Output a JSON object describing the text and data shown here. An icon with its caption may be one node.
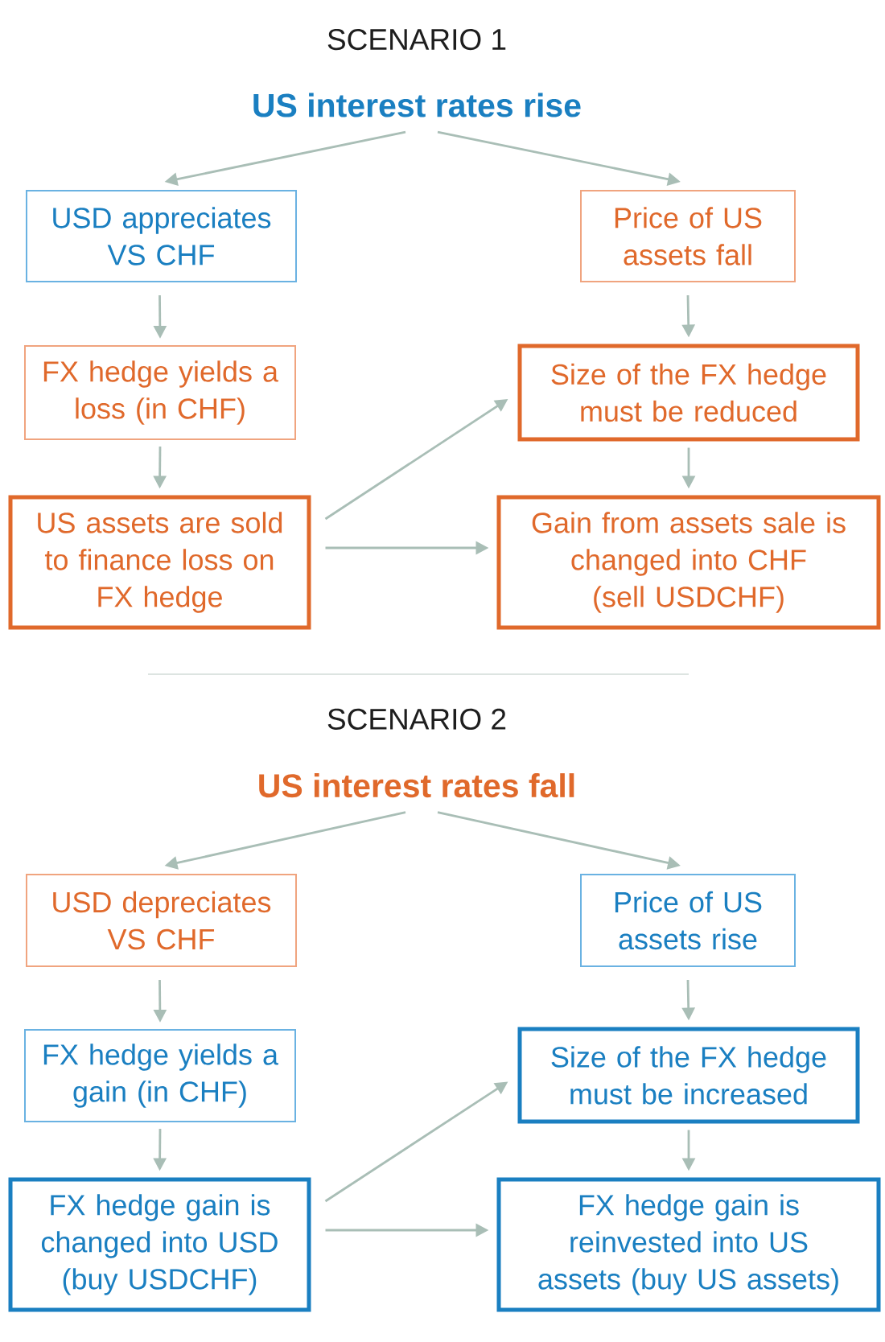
{
  "diagram": {
    "nodes": [
      {
        "text": [
          "US interest rates rise"
        ]
      },
      {
        "text": [
          "USD appreciates VS CHF"
        ]
      },
      {
        "text": [
          "Price of US assets fall"
        ]
      },
      {
        "text": [
          "FX hedge yields a loss (in CHF)"
        ]
      },
      {
        "text": [
          "Size of the FX hedge must be reduced"
        ]
      },
      {
        "text": [
          "US assets are sold to finance loss on FX hedge"
        ]
      },
      {
        "text": [
          "Gain from assets sale is changed into CHF (sell USDCHF)"
        ]
      },
      {
        "text": [
          "US interest rates fall"
        ]
      },
      {
        "text": [
          "USD depreciates VS CHF"
        ]
      },
      {
        "text": [
          "Price of US assets rise"
        ]
      },
      {
        "text": [
          "FX hedge yields a gain (in CHF)"
        ]
      },
      {
        "text": [
          "Size of the FX hedge must be increased"
        ]
      },
      {
        "text": [
          "FX hedge gain is changed into USD (buy USDCHF)"
        ]
      },
      {
        "text": [
          "FX hedge gain is reinvested into US assets (buy US assets)"
        ]
      }
    ],
    "edges": [
      {
        "from": 0,
        "to": 1,
        "arrow": "to"
      },
      {
        "from": 0,
        "to": 2,
        "arrow": "to"
      },
      {
        "from": 1,
        "to": 3,
        "arrow": "to"
      },
      {
        "from": 2,
        "to": 4,
        "arrow": "to"
      },
      {
        "from": 3,
        "to": 5,
        "arrow": "to"
      },
      {
        "from": 4,
        "to": 6,
        "arrow": "to"
      },
      {
        "from": 5,
        "to": 4,
        "arrow": "to"
      },
      {
        "from": 5,
        "to": 6,
        "arrow": "to"
      },
      {
        "from": 7,
        "to": 8,
        "arrow": "to"
      },
      {
        "from": 7,
        "to": 9,
        "arrow": "to"
      },
      {
        "from": 8,
        "to": 10,
        "arrow": "to"
      },
      {
        "from": 9,
        "to": 11,
        "arrow": "to"
      },
      {
        "from": 10,
        "to": 12,
        "arrow": "to"
      },
      {
        "from": 11,
        "to": 13,
        "arrow": "to"
      },
      {
        "from": 12,
        "to": 11,
        "arrow": "to"
      },
      {
        "from": 12,
        "to": 13,
        "arrow": "to"
      }
    ],
    "labels": [
      "SCENARIO 1",
      "SCENARIO 2"
    ]
  }
}
